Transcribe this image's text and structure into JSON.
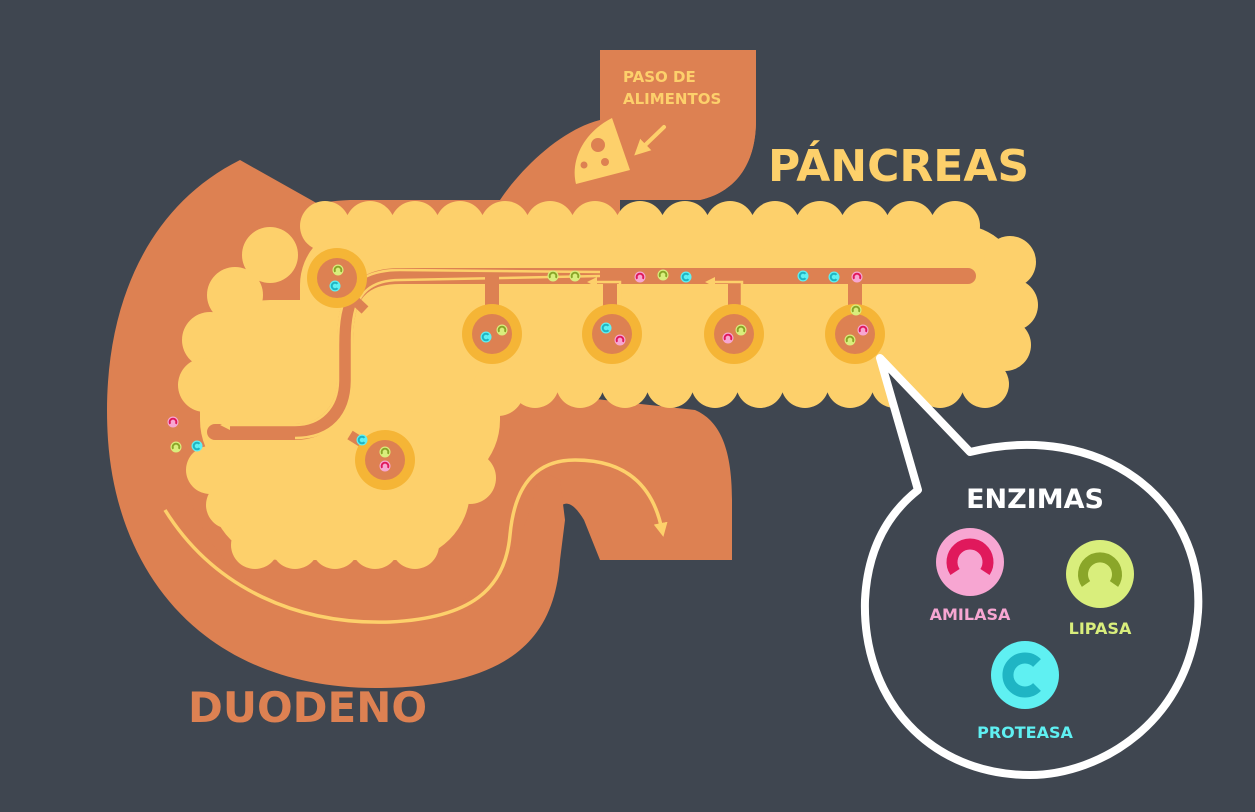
{
  "labels": {
    "food": [
      "PASO DE",
      "ALIMENTOS"
    ],
    "pancreas": "PÁNCREAS",
    "duodenum": "DUODENO",
    "enzymes_title": "ENZIMAS"
  },
  "enzymes": [
    {
      "name": "AMILASA",
      "icon": "amilasa-icon",
      "ring": "#e0195c",
      "fill": "#f7a6d2",
      "label_color": "#f7a6d2"
    },
    {
      "name": "LIPASA",
      "icon": "lipasa-icon",
      "ring": "#8aa629",
      "fill": "#d9ee7c",
      "label_color": "#d9ee7c"
    },
    {
      "name": "PROTEASA",
      "icon": "proteasa-icon",
      "ring": "#1fb5c4",
      "fill": "#5ff0f2",
      "label_color": "#5ff0f2"
    }
  ],
  "colors": {
    "background": "#3f4650",
    "duodenum": "#dd8152",
    "pancreas": "#fdd06b",
    "acinus_ring": "#f5b536",
    "duct": "#dd8152",
    "label_yellow": "#fdd06b",
    "label_orange": "#dd8152",
    "bubble": "#ffffff"
  }
}
